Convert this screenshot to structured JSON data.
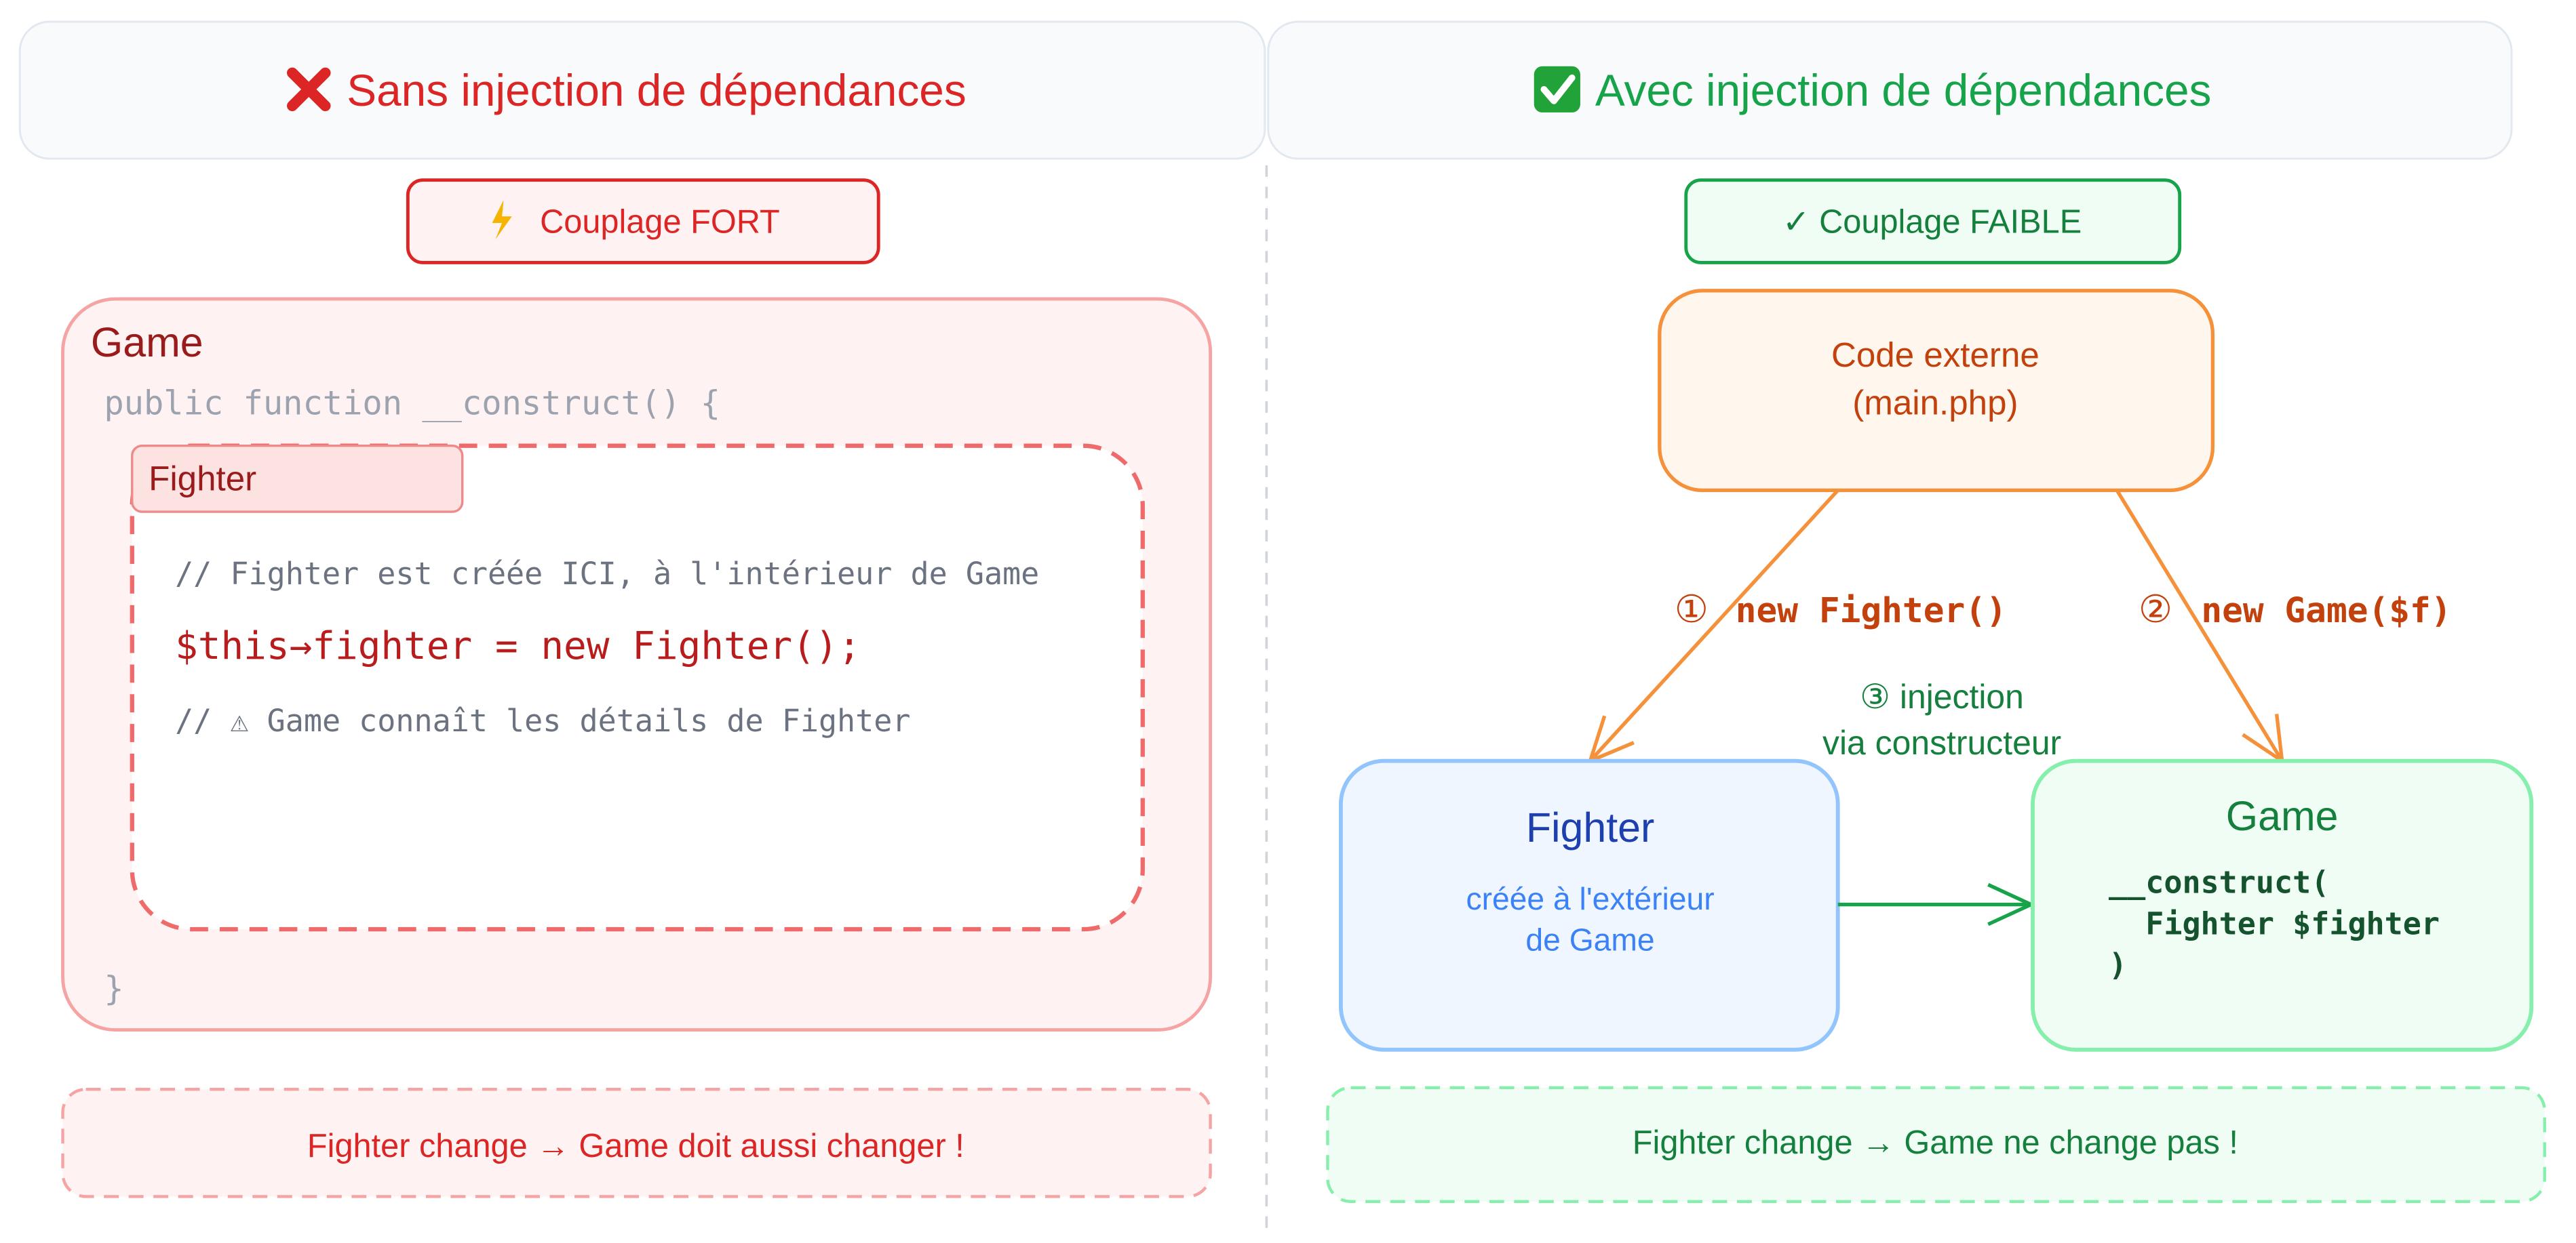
{
  "left": {
    "header": {
      "icon": "cross-mark-icon",
      "title": "Sans injection de dépendances"
    },
    "badge": {
      "icon": "lightning-icon",
      "label": "Couplage FORT"
    },
    "game_box": {
      "title": "Game",
      "signature": "public function __construct() {",
      "closing": "}",
      "fighter_label": "Fighter",
      "comment1": "// Fighter est créée ICI, à l'intérieur de Game",
      "code": "$this→fighter = new Fighter();",
      "comment2": "// ⚠ Game connaît les détails de Fighter"
    },
    "footer": "Fighter change → Game doit aussi changer !"
  },
  "right": {
    "header": {
      "icon": "check-mark-icon",
      "title": "Avec injection de dépendances"
    },
    "badge": {
      "label": "✓ Couplage FAIBLE"
    },
    "external": {
      "line1": "Code externe",
      "line2": "(main.php)"
    },
    "arrow1": {
      "num": "①",
      "code": "new Fighter()"
    },
    "arrow2": {
      "num": "②",
      "code": "new Game($f)"
    },
    "injection": {
      "line1": "③ injection",
      "line2": "via constructeur"
    },
    "fighter_box": {
      "title": "Fighter",
      "line1": "créée à l'extérieur",
      "line2": "de Game"
    },
    "game_box": {
      "title": "Game",
      "code1": "__construct(",
      "code2": "  Fighter $fighter",
      "code3": ")"
    },
    "footer": "Fighter change → Game ne change pas !"
  },
  "colors": {
    "red": "#dc2626",
    "dark_red": "#991b1b",
    "green": "#16a34a",
    "dark_green": "#15803d",
    "orange": "#f5913a",
    "dark_orange": "#c2410c",
    "blue": "#60a5fa",
    "dark_blue": "#1e40af"
  }
}
